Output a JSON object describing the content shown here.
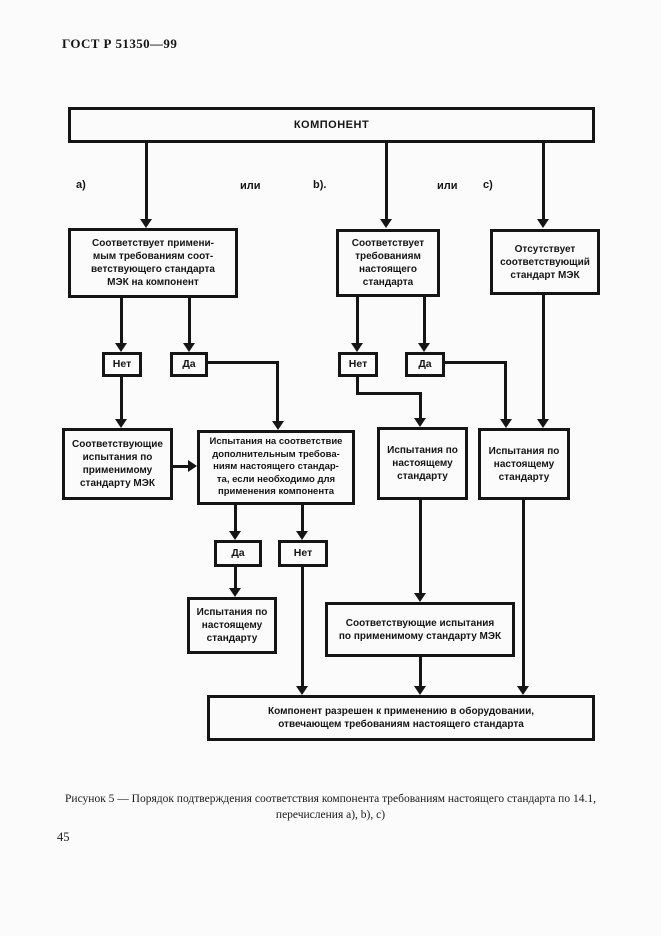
{
  "page": {
    "header": "ГОСТ Р 51350—99",
    "page_number": "45",
    "caption": {
      "line1": "Рисунок 5 — Порядок подтверждения соответствия компонента требованиям настоящего стандарта по 14.1,",
      "line2": "перечисления a), b), c)"
    }
  },
  "flowchart": {
    "root": "КОМПОНЕНТ",
    "labels": {
      "a": "a)",
      "or_1": "или",
      "b": "b).",
      "or_2": "или",
      "c": "c)"
    },
    "boxes": {
      "a_check": "Соответствует примени-\nмым требованиям соот-\nветствующего стандарта\nМЭК на компонент",
      "b_check": "Соответствует\nтребованиям\nнастоящего\nстандарта",
      "c_check": "Отсутствует\nсоответствующий\nстандарт МЭК",
      "iec_tests": "Соответствующие\nиспытания по\nприменимому\nстандарту МЭК",
      "additional_tests": "Испытания на соответствие\nдополнительным требова-\nниям настоящего стандар-\nта, если необходимо для\nприменения компонента",
      "std_tests_b": "Испытания по\nнастоящему\nстандарту",
      "std_tests_c": "Испытания по\nнастоящему\nстандарту",
      "std_tests_additional": "Испытания по\nнастоящему\nстандарту",
      "iec_tests_wide": "Соответствующие испытания\nпо применимому стандарту МЭК",
      "final": "Компонент разрешен к применению в оборудовании,\nотвечающем требованиям настоящего стандарта"
    },
    "decisions": {
      "no_a": "Нет",
      "yes_a": "Да",
      "no_b": "Нет",
      "yes_b": "Да",
      "yes_additional": "Да",
      "no_additional": "Нет"
    }
  }
}
